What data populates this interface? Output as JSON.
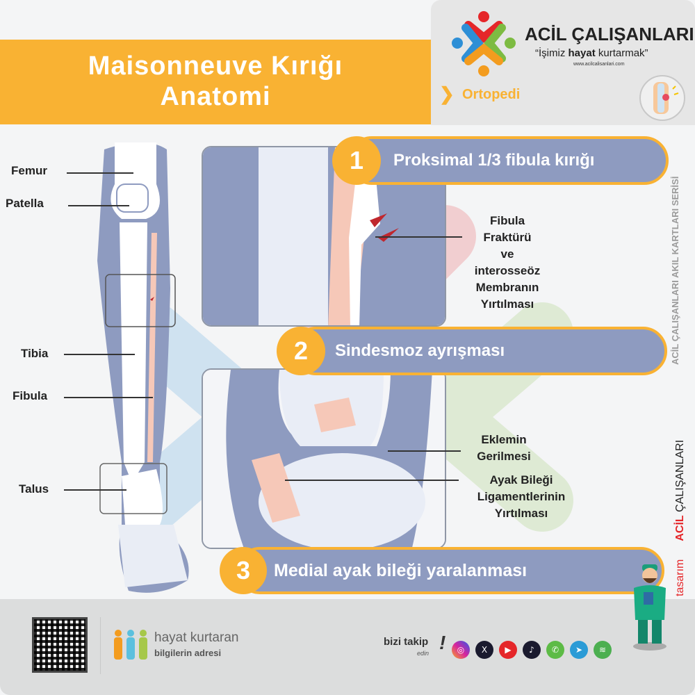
{
  "title": {
    "line1": "Maisonneuve Kırığı",
    "line2": "Anatomi"
  },
  "brand": {
    "name": "ACİL ÇALIŞANLARI",
    "slogan_pre": "“İşimiz ",
    "slogan_bold": "hayat",
    "slogan_post": " kurtarmak”",
    "url": "www.acilcalisanlari.com"
  },
  "category": "Ortopedi",
  "left_labels": [
    "Femur",
    "Patella",
    "Tibia",
    "Fibula",
    "Talus"
  ],
  "steps": [
    {
      "num": "1",
      "label": "Proksimal 1/3 fibula kırığı"
    },
    {
      "num": "2",
      "label": "Sindesmoz ayrışması"
    },
    {
      "num": "3",
      "label": "Medial ayak bileği yaralanması"
    }
  ],
  "right_labels": {
    "fracture": [
      "Fibula",
      "Fraktürü",
      "ve",
      "interosseöz",
      "Membranın",
      "Yırtılması"
    ],
    "joint": [
      "Eklemin",
      "Gerilmesi"
    ],
    "ligament": [
      "Ayak Bileği",
      "Ligamentlerinin",
      "Yırtılması"
    ]
  },
  "side": {
    "series": "ACİL ÇALIŞANLARI AKIL KARTLARI SERİSİ",
    "design": "tasarım",
    "design_brand_red": "ACİL",
    "design_brand": "ÇALIŞANLARI"
  },
  "footer": {
    "tagline1": "hayat kurtaran",
    "tagline2": "bilgilerin adresi",
    "follow": "bizi takip",
    "follow_sub": "edin",
    "excl": "!"
  },
  "social": [
    "instagram",
    "x",
    "youtube",
    "tiktok",
    "whatsapp",
    "telegram",
    "spotify"
  ]
}
